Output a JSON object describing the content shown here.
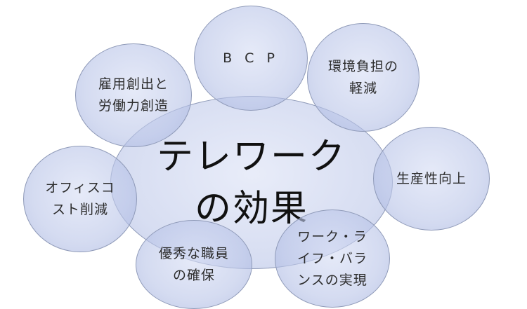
{
  "center": {
    "line1": "テレワーク",
    "line2": "の効果"
  },
  "effects": {
    "bcp": "B C P",
    "environment": "環境負担の\n軽減",
    "employment": "雇用創出と\n労働力創造",
    "productivity": "生産性向上",
    "office_cost": "オフィスコ\nスト削減",
    "work_life": "ワーク・ラ\nイフ・バラ\nンスの実現",
    "talent": "優秀な職員\nの確保"
  },
  "colors": {
    "bubble_fill": "#bcc6e8",
    "bubble_border": "#8f9ab8",
    "text": "#2c2c2c"
  }
}
